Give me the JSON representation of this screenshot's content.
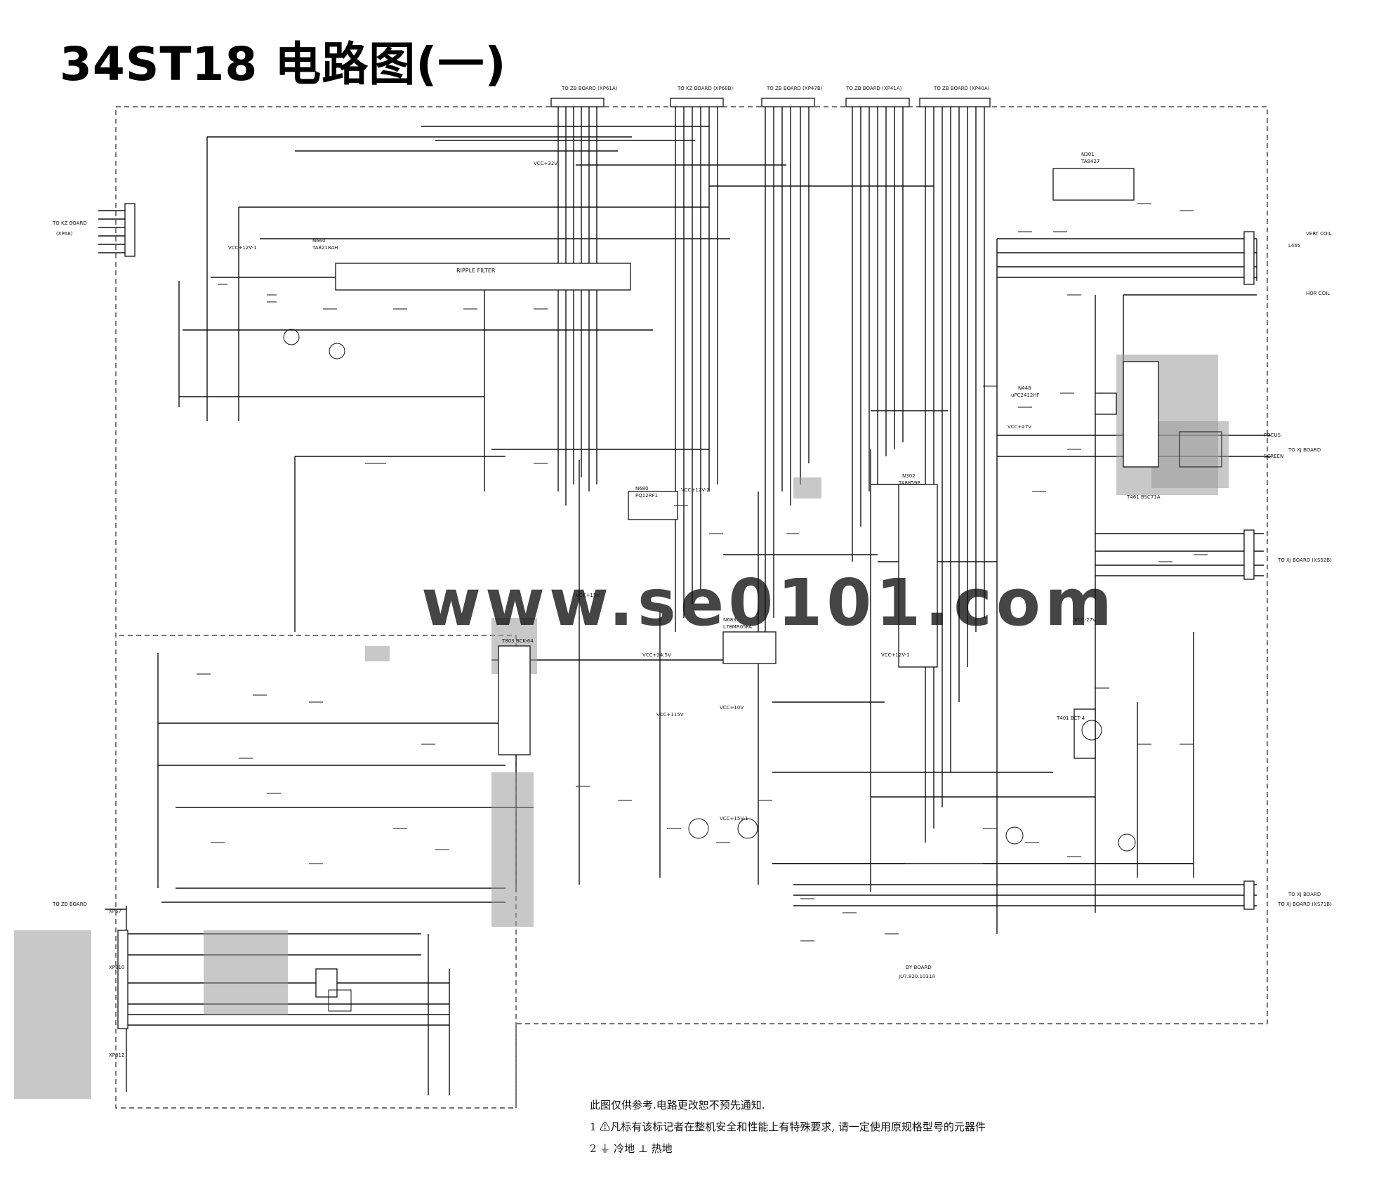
{
  "title": "34ST18 电路图(一)",
  "watermark": "www.se0101.com",
  "top_connectors": [
    "TO ZB BOARD (XP61A)",
    "TO KZ BOARD (XP68B)",
    "TO ZB BOARD (XP47B)",
    "TO ZB BOARD (XP41A)",
    "TO ZB BOARD (XP40A)"
  ],
  "left_labels": [
    "TO KZ BOARD",
    "(XP68)",
    "TO ZB BOARD"
  ],
  "right_labels": [
    "VERT COIL",
    "HOR COIL",
    "FOCUS",
    "SCREEN",
    "TO XJ BOARD",
    "TO XJ BOARD",
    "TO XJ BOARD (XS52B)",
    "TO XJ BOARD (XS71B)"
  ],
  "ic_labels": [
    {
      "ref": "N660",
      "part": "TA8218AH"
    },
    {
      "ref": "N680",
      "part": "PQ12RF1"
    },
    {
      "ref": "N302",
      "part": "TA8859P"
    },
    {
      "ref": "N301",
      "part": "TA8427"
    },
    {
      "ref": "N683",
      "part": "L78MR05FA"
    },
    {
      "ref": "N448",
      "part": "uPC2412HF"
    }
  ],
  "part_labels": [
    "VCC+32V",
    "VCC+12V-1",
    "VCC+12V-2",
    "VCC+15V",
    "VCC+24.5V",
    "VCC+115V",
    "VCC+10V",
    "VCC+27V",
    "VCC-27V",
    "VCC+15V-1",
    "VCC+12V-1",
    "RIPPLE FILTER",
    "T461 BSC71A",
    "T401 BCT-4",
    "T803 BCK-64",
    "L465",
    "XP67",
    "XP810",
    "XP812",
    "DY BOARD",
    "JU7.820.1031A"
  ],
  "notes": {
    "line1": "此图仅供参考.电路更改恕不预先通知.",
    "line2": "1 ⚠凡标有该标记者在整机安全和性能上有特殊要求, 请一定使用原规格型号的元器件",
    "line3": "2 ⏚ 冷地  ⊥ 热地"
  }
}
